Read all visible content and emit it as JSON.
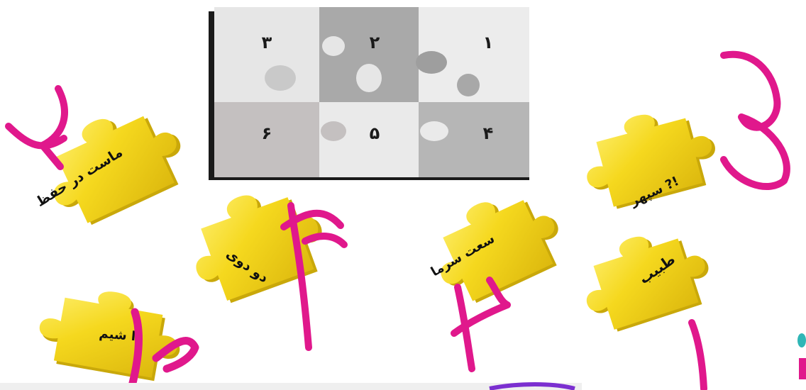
{
  "board": {
    "numbers": [
      "۱",
      "۲",
      "۳",
      "۴",
      "۵",
      "۶"
    ]
  },
  "pieces": [
    {
      "id": "p1",
      "text": "ماست در حفظ"
    },
    {
      "id": "p2",
      "text": "دو دوی"
    },
    {
      "id": "p3",
      "text": "ا شیم"
    },
    {
      "id": "p4",
      "text": "سعت سرما"
    },
    {
      "id": "p5",
      "text": "طبیب"
    },
    {
      "id": "p6",
      "text": "سپهر ?!"
    }
  ],
  "handwritten_answers": [
    "۲",
    "۳",
    "۶",
    "۴",
    "۱",
    "۵"
  ],
  "colors": {
    "piece_fill": "#f2d21c",
    "piece_shadow": "#c9a80a",
    "ink": "#e0188c",
    "board_frame": "#1a1a1a",
    "board_light": "#e4e4e4",
    "board_mid": "#b9b9b9",
    "board_dark": "#9a9a9a"
  }
}
